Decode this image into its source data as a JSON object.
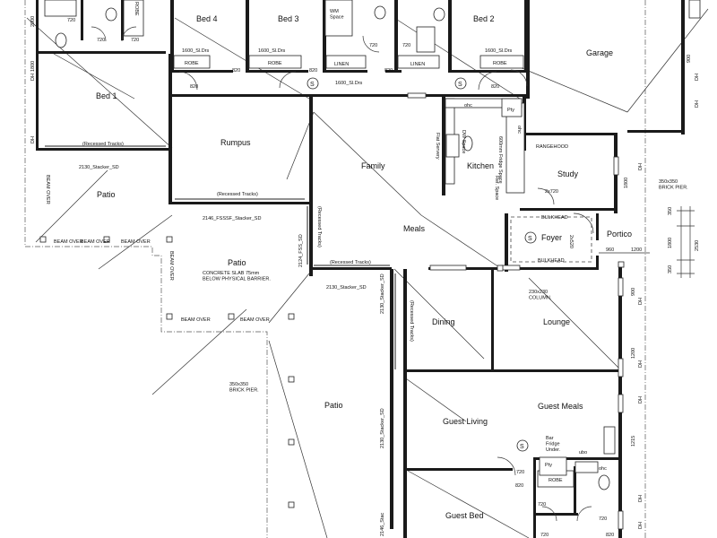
{
  "rooms": {
    "bed4": "Bed 4",
    "bed3": "Bed 3",
    "bed2": "Bed 2",
    "bed1": "Bed 1",
    "garage": "Garage",
    "rumpus": "Rumpus",
    "family": "Family",
    "kitchen": "Kitchen",
    "study": "Study",
    "meals": "Meals",
    "foyer": "Foyer",
    "portico": "Portico",
    "patio_left": "Patio",
    "patio_mid": "Patio",
    "patio_bottom": "Patio",
    "dining": "Dining",
    "lounge": "Lounge",
    "guest_living": "Guest Living",
    "guest_meals": "Guest Meals",
    "guest_bed": "Guest Bed"
  },
  "fixtures": {
    "robe_bed4": "ROBE",
    "robe_bed3": "ROBE",
    "robe_bed2": "ROBE",
    "robe_top": "ROBE",
    "robe_guest": "ROBE",
    "linen1": "LINEN",
    "linen2": "LINEN",
    "wm_space": "WM\nSpace",
    "pty": "Pty",
    "pty2": "Pty",
    "dw_space": "DW Space",
    "rangehood": "RANGEHOOD",
    "fridge_space": "600mm Fridge Space",
    "ref_space": "Ref. Space",
    "flat_servery": "Flat Servery",
    "bar_fridge": "Bar\nFridge\nUnder.",
    "bulkhead_top": "BULKHEAD",
    "bulkhead_bottom": "BULKHEAD",
    "ohc": "ohc",
    "ohc2": "ohc",
    "ohc3": "ohc",
    "ubo": "ubo",
    "s_markers": [
      "S",
      "S",
      "S",
      "S"
    ]
  },
  "notes": {
    "sl_drs_bed4": "1600_Sl.Drs",
    "sl_drs_bed3": "1600_Sl.Drs",
    "sl_drs_linen": "1600_Sl.Drs",
    "sl_drs_bed2": "1600_Sl.Drs",
    "recessed_bed1": "(Recessed Tracks)",
    "recessed_rumpus": "(Recessed Tracks)",
    "recessed_meals": "(Recessed Tracks)",
    "recessed_dining_v": "(Recessed Tracks)",
    "recessed_family_v": "(Recessed Tracks)",
    "stacker_2130_a": "2130_Stacker_SD",
    "stacker_2146": "2146_FSSSF_Stacker_SD",
    "stacker_2130_b": "2130_Stacker_SD",
    "stacker_2130_v1": "2130_Stacker_SD",
    "stacker_2130_v2": "2130_Stacker_SD",
    "stacker_2146_v": "2146_Stac",
    "fss_2124": "2124_FSS_SD",
    "beam_over_1": "BEAM OVER",
    "beam_over_2": "BEAM OVER",
    "beam_over_3": "BEAM OVER",
    "beam_over_4": "BEAM OVER",
    "beam_over_5": "BEAM OVER",
    "beam_over_v": "BEAM OVER",
    "beam_over_v2": "BEAM OVER",
    "concrete_slab": "CONCRETE SLAB 75mm\nBELOW PHYSICAL BARRIER.",
    "brick_pier_left": "350x350\nBRICK PIER.",
    "brick_pier_right": "350x350\nBRICK PIER.",
    "column": "230x230\nCOLUMN.",
    "dh_labels": [
      "DH",
      "DH",
      "DH",
      "DH",
      "DH",
      "DH",
      "DH",
      "DH",
      "DH",
      "DH"
    ]
  },
  "dimensions": {
    "d720_a": "720",
    "d720_b": "720",
    "d720_c": "720",
    "d720_d": "720",
    "d720_e": "720",
    "d720_f": "720",
    "d720_g": "720",
    "d720_h": "720",
    "d720_i": "720",
    "d820_a": "820",
    "d820_b": "820",
    "d820_c": "820",
    "d820_d": "820",
    "d820_e": "820",
    "d820_f": "820",
    "d820_g": "820",
    "d2x720": "2x720",
    "d2x520": "2x520",
    "d960": "960",
    "d1200": "1200",
    "d350_a": "350",
    "d350_b": "350",
    "d1800": "1800",
    "d2530": "2530",
    "d2000": "2000",
    "d1215": "1215",
    "d1800_v": "1800",
    "d900": "900",
    "d900_b": "900",
    "d1200_v": "1200",
    "d1800_c": "1800"
  }
}
